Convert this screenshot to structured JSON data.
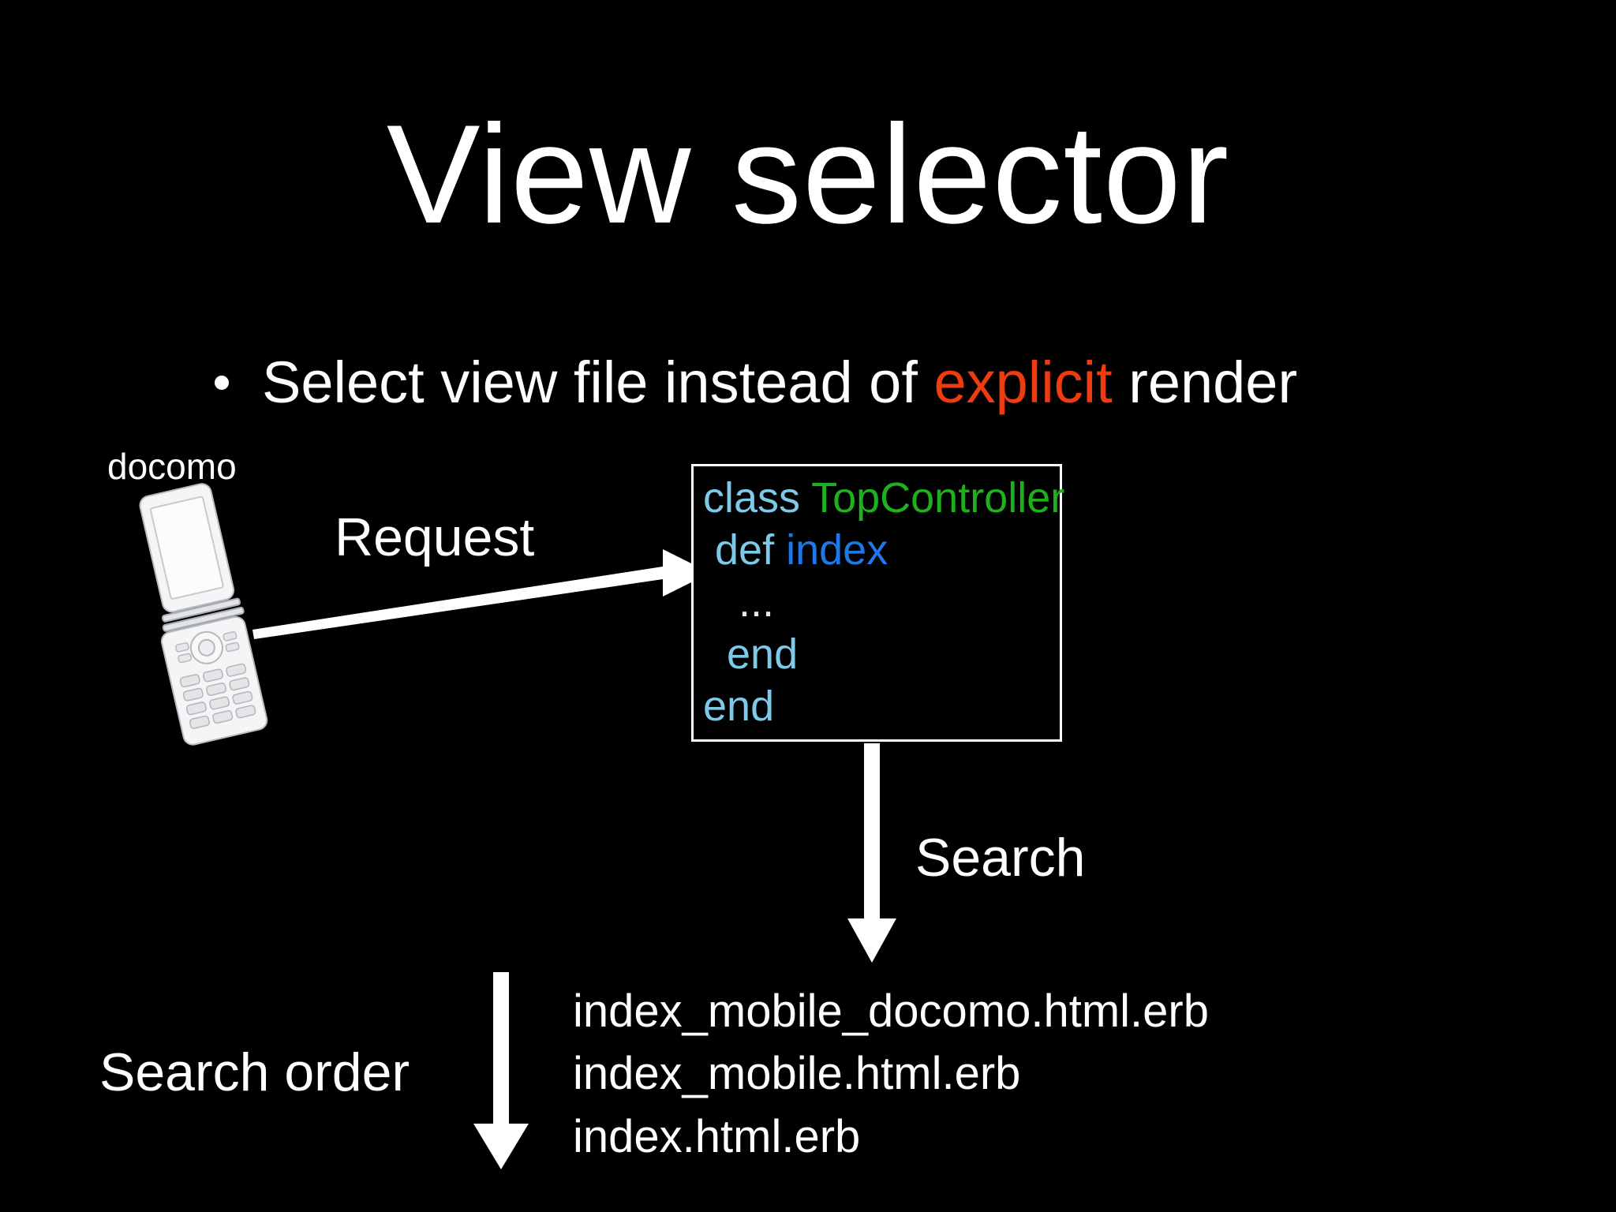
{
  "slide": {
    "background_color": "#000000",
    "title": "View selector",
    "accent_color": "#ef3b10",
    "text_color": "#ffffff"
  },
  "bullet": {
    "marker": "•",
    "before": "Select view file instead of ",
    "highlight": "explicit",
    "after": " render"
  },
  "client": {
    "carrier_label": "docomo",
    "device_icon": "flip-phone-icon"
  },
  "flow": {
    "request_label": "Request",
    "request_arrow_icon": "arrow-right-icon",
    "search_label": "Search",
    "search_arrow_icon": "arrow-down-icon",
    "search_order_label": "Search order",
    "search_order_arrow_icon": "arrow-down-icon"
  },
  "code_box": {
    "border_color": "#ffffff",
    "colors": {
      "keyword": "#7ec8e8",
      "class_name": "#1fb01f",
      "method_name": "#1e78e8",
      "ellipsis": "#e8e8e8"
    },
    "lines": [
      {
        "keyword": "class",
        "name": "TopController"
      },
      {
        "keyword": "def",
        "name": "index"
      },
      {
        "ellipsis": "..."
      },
      {
        "keyword": "end"
      },
      {
        "keyword": "end"
      }
    ],
    "line1_keyword": "class",
    "line1_class": "TopController",
    "line2_keyword": "def",
    "line2_method": "index",
    "line3_ellipsis": "...",
    "line4_keyword": "end",
    "line5_keyword": "end"
  },
  "view_files": [
    "index_mobile_docomo.html.erb",
    "index_mobile.html.erb",
    "index.html.erb"
  ]
}
